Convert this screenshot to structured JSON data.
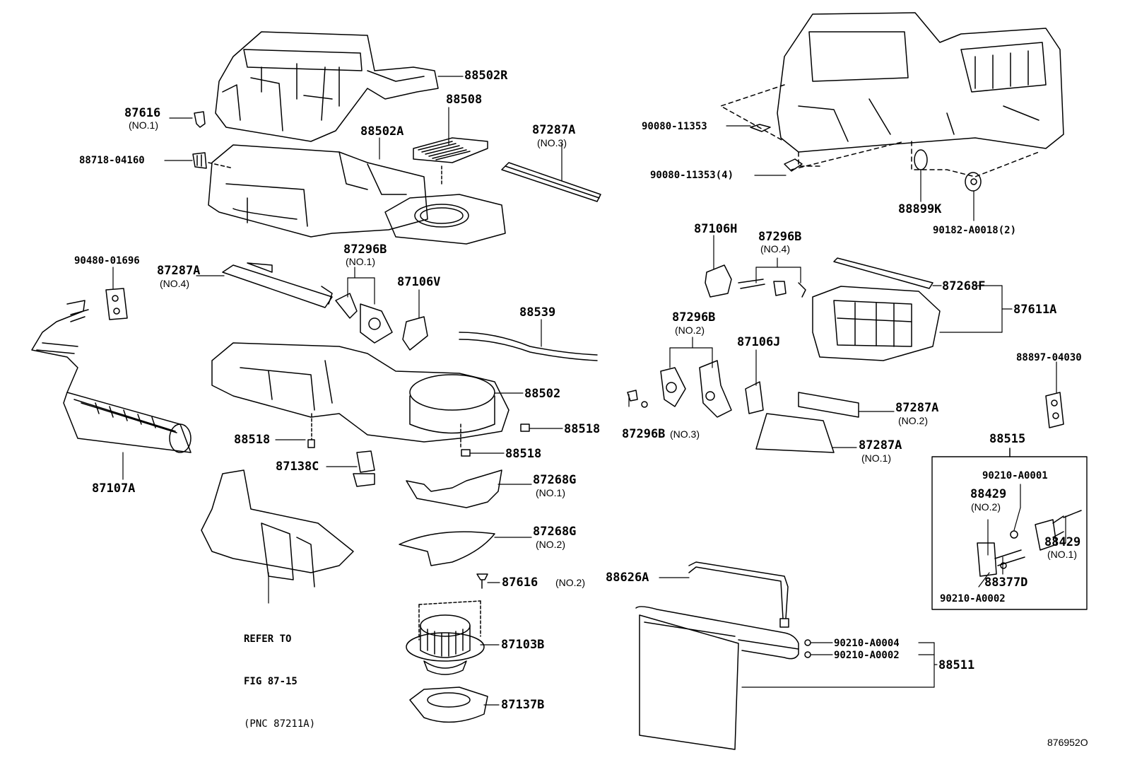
{
  "diagram": {
    "figure_id": "876952O",
    "note": {
      "line1": "REFER TO",
      "line2": "FIG 87-15",
      "line3": "(PNC 87211A)"
    },
    "parts": [
      {
        "id": "p88502R",
        "number": "88502R"
      },
      {
        "id": "p87616_1",
        "number": "87616",
        "qualifier": "(NO.1)"
      },
      {
        "id": "p88508",
        "number": "88508"
      },
      {
        "id": "p88502A",
        "number": "88502A"
      },
      {
        "id": "p87287A_3",
        "number": "87287A",
        "qualifier": "(NO.3)"
      },
      {
        "id": "p88718",
        "number": "88718-04160"
      },
      {
        "id": "p90080a",
        "number": "90080-11353"
      },
      {
        "id": "p90080b",
        "number": "90080-11353(4)"
      },
      {
        "id": "p88899K",
        "number": "88899K"
      },
      {
        "id": "p90182",
        "number": "90182-A0018(2)"
      },
      {
        "id": "p90480",
        "number": "90480-01696"
      },
      {
        "id": "p87287A_4",
        "number": "87287A",
        "qualifier": "(NO.4)"
      },
      {
        "id": "p87296B_1",
        "number": "87296B",
        "qualifier": "(NO.1)"
      },
      {
        "id": "p87106V",
        "number": "87106V"
      },
      {
        "id": "p88539",
        "number": "88539"
      },
      {
        "id": "p87106H",
        "number": "87106H"
      },
      {
        "id": "p87296B_4",
        "number": "87296B",
        "qualifier": "(NO.4)"
      },
      {
        "id": "p87268F",
        "number": "87268F"
      },
      {
        "id": "p87611A",
        "number": "87611A"
      },
      {
        "id": "p87296B_2",
        "number": "87296B",
        "qualifier": "(NO.2)"
      },
      {
        "id": "p87106J",
        "number": "87106J"
      },
      {
        "id": "p88897",
        "number": "88897-04030"
      },
      {
        "id": "p88502",
        "number": "88502"
      },
      {
        "id": "p88518a",
        "number": "88518"
      },
      {
        "id": "p88518b",
        "number": "88518"
      },
      {
        "id": "p88518c",
        "number": "88518"
      },
      {
        "id": "p87296B_3",
        "number": "87296B",
        "qualifier": "(NO.3)"
      },
      {
        "id": "p87287A_2",
        "number": "87287A",
        "qualifier": "(NO.2)"
      },
      {
        "id": "p87287A_1",
        "number": "87287A",
        "qualifier": "(NO.1)"
      },
      {
        "id": "p88515",
        "number": "88515"
      },
      {
        "id": "p90210_A0001",
        "number": "90210-A0001"
      },
      {
        "id": "p88429_2",
        "number": "88429",
        "qualifier": "(NO.2)"
      },
      {
        "id": "p88429_1",
        "number": "88429",
        "qualifier": "(NO.1)"
      },
      {
        "id": "p88377D",
        "number": "88377D"
      },
      {
        "id": "p90210_A0002a",
        "number": "90210-A0002"
      },
      {
        "id": "p87107A",
        "number": "87107A"
      },
      {
        "id": "p87138C",
        "number": "87138C"
      },
      {
        "id": "p87268G_1",
        "number": "87268G",
        "qualifier": "(NO.1)"
      },
      {
        "id": "p87268G_2",
        "number": "87268G",
        "qualifier": "(NO.2)"
      },
      {
        "id": "p87616_2",
        "number": "87616",
        "qualifier": "(NO.2)"
      },
      {
        "id": "p88626A",
        "number": "88626A"
      },
      {
        "id": "p87103B",
        "number": "87103B"
      },
      {
        "id": "p87137B",
        "number": "87137B"
      },
      {
        "id": "p90210_A0004",
        "number": "90210-A0004"
      },
      {
        "id": "p90210_A0002b",
        "number": "90210-A0002"
      },
      {
        "id": "p88511",
        "number": "88511"
      }
    ]
  }
}
